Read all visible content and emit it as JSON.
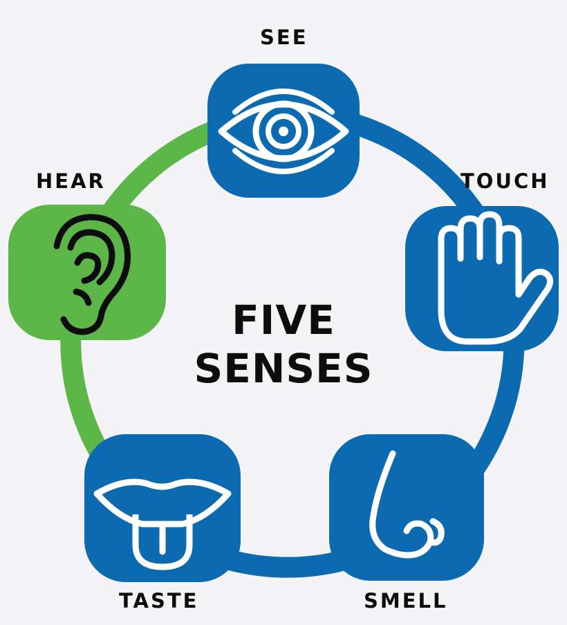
{
  "title": {
    "line1": "FIVE",
    "line2": "SENSES"
  },
  "colors": {
    "blue": "#0b6ab0",
    "green": "#5db648",
    "label": "#0d0d0d",
    "background": "#f4f4f6"
  },
  "senses": [
    {
      "key": "see",
      "label": "SEE",
      "icon": "eye-icon",
      "color": "blue"
    },
    {
      "key": "touch",
      "label": "TOUCH",
      "icon": "hand-icon",
      "color": "blue"
    },
    {
      "key": "smell",
      "label": "SMELL",
      "icon": "nose-icon",
      "color": "blue"
    },
    {
      "key": "taste",
      "label": "TASTE",
      "icon": "mouth-tongue-icon",
      "color": "blue"
    },
    {
      "key": "hear",
      "label": "HEAR",
      "icon": "ear-icon",
      "color": "green"
    }
  ]
}
